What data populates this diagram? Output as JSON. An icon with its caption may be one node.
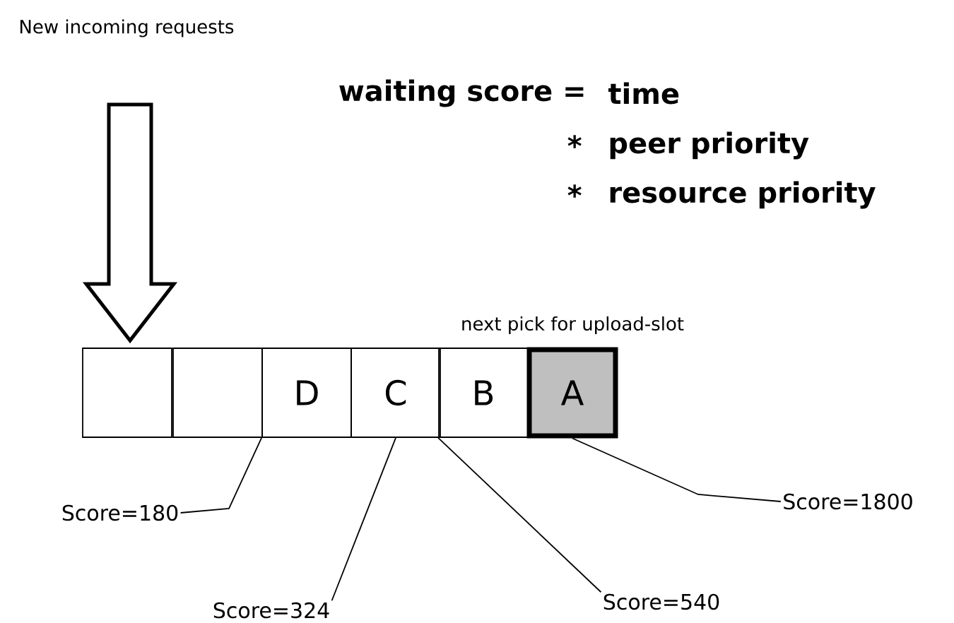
{
  "diagram": {
    "nodes": [
      {
        "text": [],
        "shape": "box"
      },
      {
        "text": [],
        "shape": "box"
      },
      {
        "text": [
          "D"
        ]
      },
      {
        "text": [
          "C"
        ]
      },
      {
        "text": [
          "B"
        ]
      },
      {
        "text": [
          "A"
        ],
        "beside": [
          "next pick for upload-slot"
        ]
      },
      {
        "text": [
          "Score=180"
        ]
      },
      {
        "text": [
          "Score=324"
        ]
      },
      {
        "text": [
          "Score=540"
        ]
      },
      {
        "text": [
          "Score=1800"
        ]
      }
    ],
    "edges": [
      {
        "from": null,
        "to": 0,
        "arrow": "to"
      },
      {
        "from": 6,
        "to": 2,
        "arrow": "none"
      },
      {
        "from": 7,
        "to": 3,
        "arrow": "none"
      },
      {
        "from": 8,
        "to": 4,
        "arrow": "none"
      },
      {
        "from": 9,
        "to": 5,
        "arrow": "none"
      }
    ],
    "labels": [
      "New incoming requests",
      "waiting score =",
      "time",
      "*",
      "peer priority",
      "*",
      "resource priority"
    ]
  }
}
